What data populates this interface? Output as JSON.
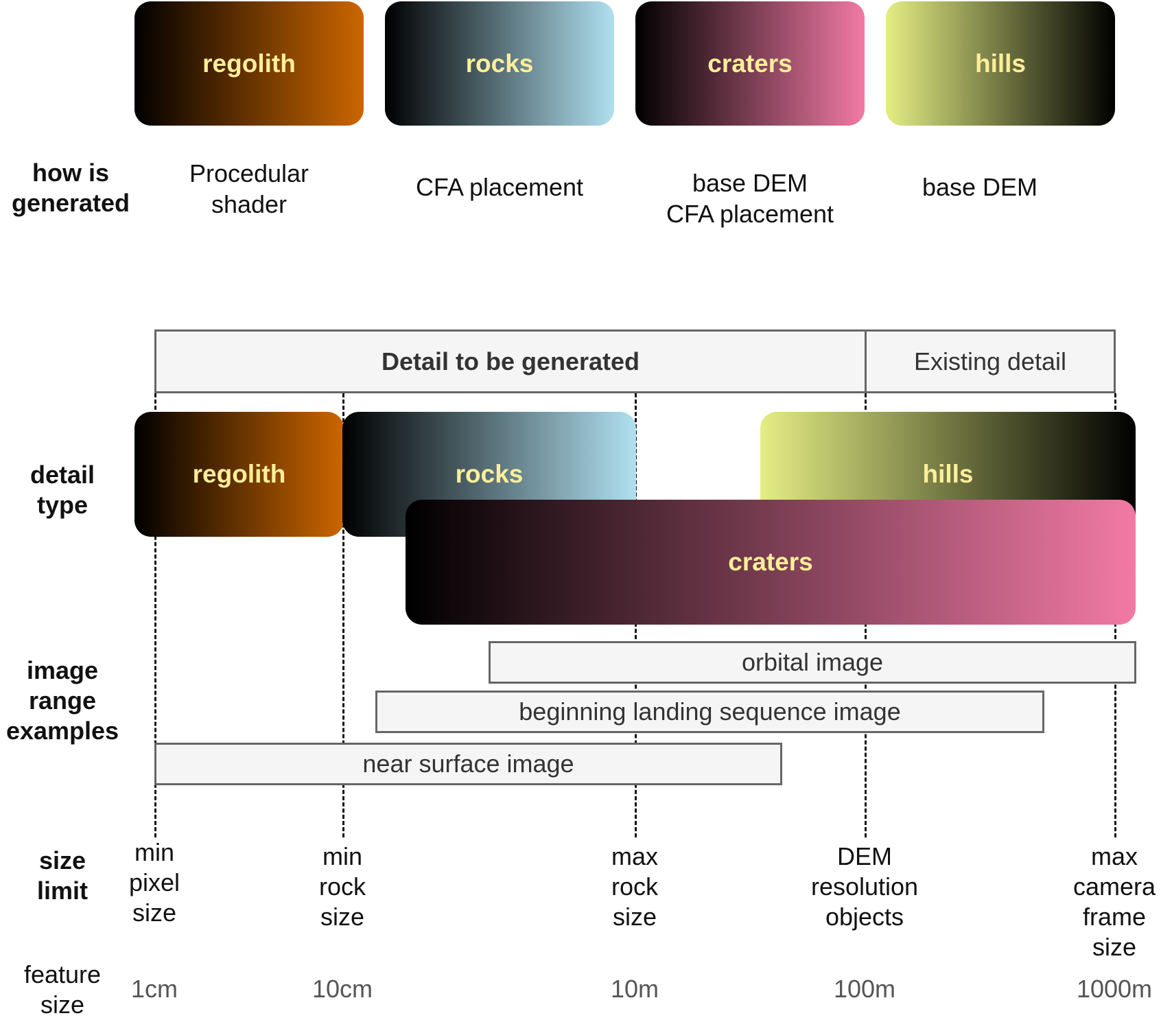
{
  "top_row": {
    "types": [
      {
        "label": "regolith",
        "gradient": [
          "#000000",
          "#cc6600"
        ]
      },
      {
        "label": "rocks",
        "gradient": [
          "#000000",
          "#b0e0f0"
        ]
      },
      {
        "label": "craters",
        "gradient": [
          "#000000",
          "#f27aa4"
        ]
      },
      {
        "label": "hills",
        "gradient": [
          "#e4ee84",
          "#000000"
        ]
      }
    ],
    "how_generated_label": "how is\ngenerated",
    "how_generated": [
      "Procedular\nshader",
      "CFA placement",
      "base DEM\nCFA placement",
      "base DEM"
    ]
  },
  "header": {
    "to_generate": "Detail to be generated",
    "existing": "Existing detail"
  },
  "detail_type": {
    "label": "detail\ntype",
    "bars": [
      {
        "label": "regolith"
      },
      {
        "label": "rocks"
      },
      {
        "label": "hills"
      },
      {
        "label": "craters"
      }
    ]
  },
  "image_range": {
    "label": "image\nrange\nexamples",
    "bars": [
      {
        "label": "orbital image"
      },
      {
        "label": "beginning landing sequence image"
      },
      {
        "label": "near surface image"
      }
    ]
  },
  "size_limit": {
    "label": "size\nlimit",
    "items": [
      "min\npixel\nsize",
      "min\nrock\nsize",
      "max\nrock\nsize",
      "DEM\nresolution\nobjects",
      "max\ncamera\nframe\nsize"
    ]
  },
  "feature_size": {
    "label": "feature\nsize",
    "items": [
      "1cm",
      "10cm",
      "10m",
      "100m",
      "1000m"
    ]
  },
  "colors": {
    "box_text": "#ffef9a",
    "band_fill": "#f5f5f5",
    "band_border": "#666666"
  }
}
